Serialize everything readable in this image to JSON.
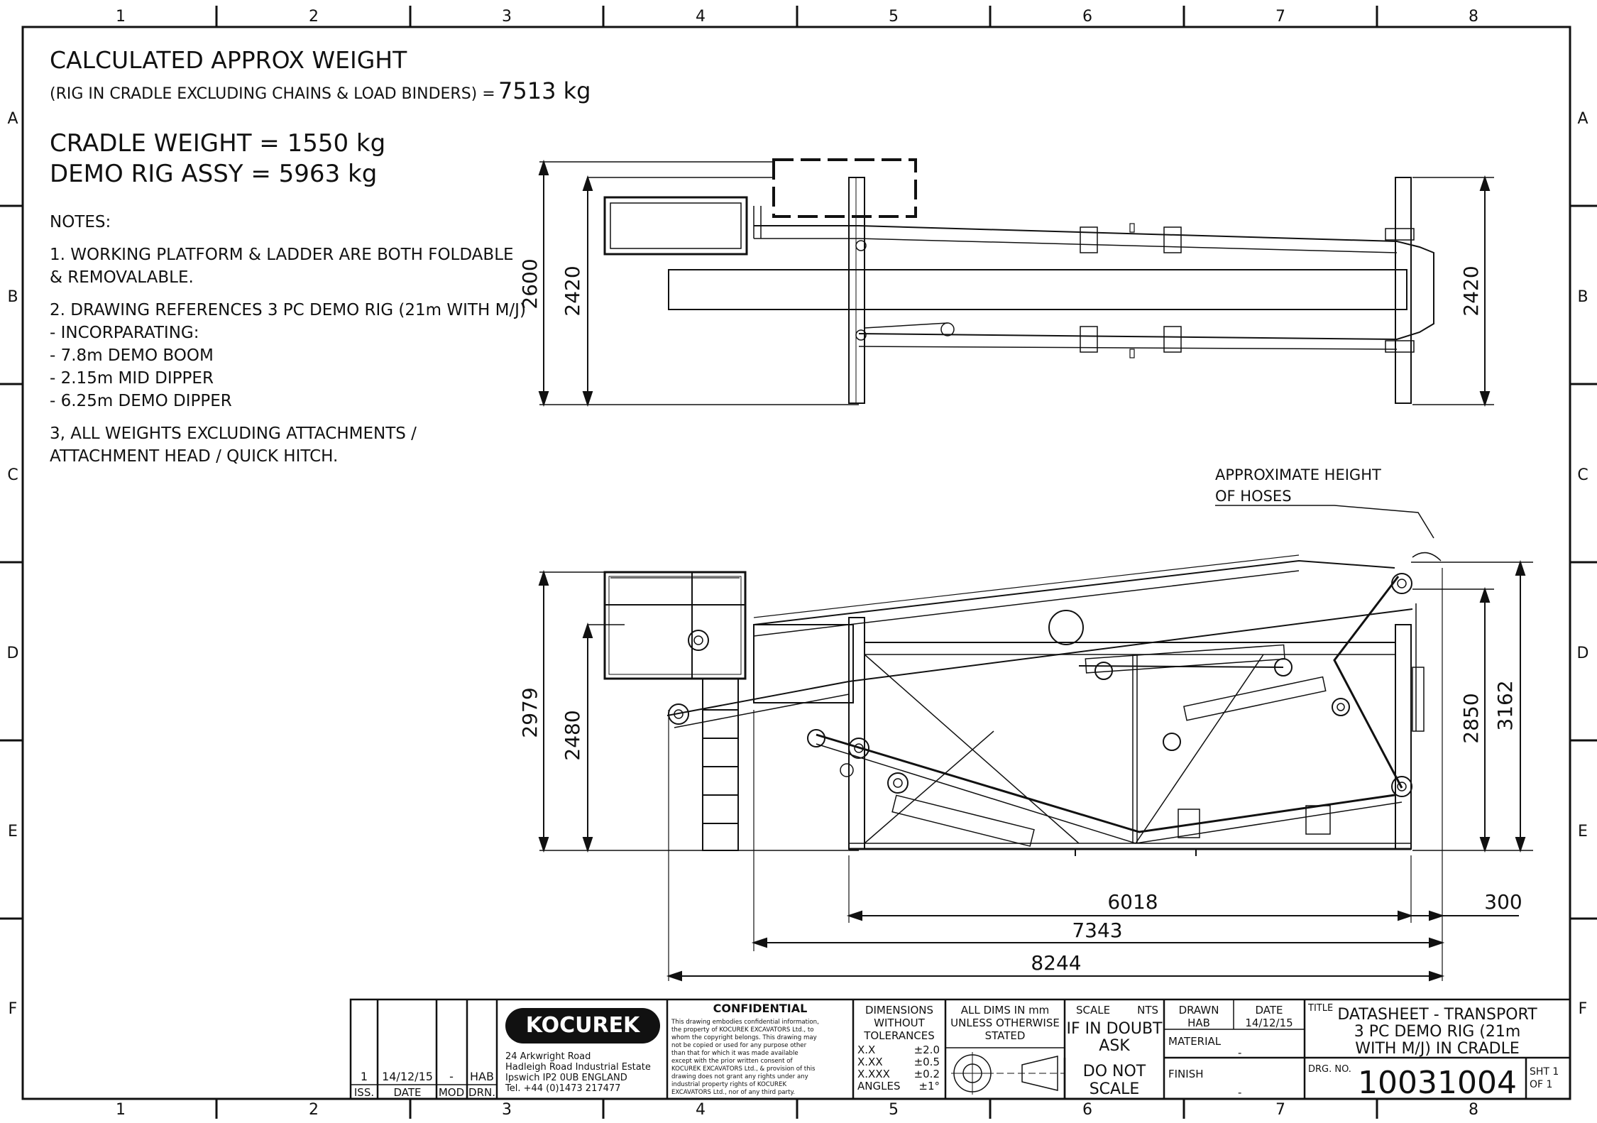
{
  "grid": {
    "columns": [
      "1",
      "2",
      "3",
      "4",
      "5",
      "6",
      "7",
      "8"
    ],
    "rows": [
      "A",
      "B",
      "C",
      "D",
      "E",
      "F"
    ]
  },
  "weights": {
    "heading": "CALCULATED APPROX WEIGHT",
    "rig_line": "(RIG IN CRADLE EXCLUDING CHAINS & LOAD BINDERS) =",
    "rig_value": "7513 kg",
    "cradle": "CRADLE WEIGHT = 1550 kg",
    "demo": "DEMO RIG ASSY = 5963 kg"
  },
  "notes": {
    "heading": "NOTES:",
    "lines": [
      "1. WORKING PLATFORM & LADDER ARE BOTH FOLDABLE",
      "& REMOVALABLE.",
      "2. DRAWING REFERENCES 3 PC DEMO RIG (21m WITH M/J)",
      "- INCORPARATING:",
      "- 7.8m DEMO BOOM",
      "- 2.15m MID DIPPER",
      "- 6.25m DEMO DIPPER",
      "3, ALL WEIGHTS EXCLUDING  ATTACHMENTS /",
      "ATTACHMENT HEAD / QUICK HITCH."
    ]
  },
  "dimensions": {
    "plan_outer": "2600",
    "plan_inner": "2420",
    "plan_right": "2420",
    "side_total": "2979",
    "side_frame": "2480",
    "side_right_inner": "2850",
    "side_right_outer": "3162",
    "len_frame": "6018",
    "len_overhang": "300",
    "len_mid": "7343",
    "len_total": "8244"
  },
  "callout": {
    "line1": "APPROXIMATE HEIGHT",
    "line2": "OF HOSES"
  },
  "title_block": {
    "revision": {
      "iss": "1",
      "date": "14/12/15",
      "mod": "-",
      "drn": "HAB"
    },
    "revision_headers": {
      "iss": "ISS.",
      "date": "DATE",
      "mod": "MOD",
      "drn": "DRN."
    },
    "company": "KOCUREK",
    "address": [
      "24 Arkwright Road",
      "Hadleigh Road Industrial Estate",
      "Ipswich  IP2 0UB   ENGLAND",
      "Tel. +44 (0)1473 217477"
    ],
    "confidential_heading": "CONFIDENTIAL",
    "confidential_text": [
      "This drawing embodies confidential information,",
      "the property of KOCUREK EXCAVATORS Ltd., to",
      "whom the copyright belongs.  This drawing may",
      "not be copied or used for any purpose other",
      "than that for which it was made available",
      "except with the prior written consent of",
      "KOCUREK EXCAVATORS Ltd., & provision of this",
      "drawing does not grant any rights under any",
      "industrial property rights of KOCUREK",
      "EXCAVATORS Ltd., nor of any third party."
    ],
    "tolerance_heading": [
      "DIMENSIONS",
      "WITHOUT",
      "TOLERANCES"
    ],
    "tolerances": [
      {
        "label": "X.X",
        "value": "±2.0"
      },
      {
        "label": "X.XX",
        "value": "±0.5"
      },
      {
        "label": "X.XXX",
        "value": "±0.2"
      },
      {
        "label": "ANGLES",
        "value": "±1°"
      }
    ],
    "units": [
      "ALL DIMS IN mm",
      "UNLESS OTHERWISE",
      "STATED"
    ],
    "scale_label": "SCALE",
    "scale_value": "NTS",
    "doubt": [
      "IF IN DOUBT",
      "ASK"
    ],
    "do_not_scale": [
      "DO NOT",
      "SCALE"
    ],
    "drawn_label": "DRAWN",
    "drawn_value": "HAB",
    "date_label": "DATE",
    "date_value": "14/12/15",
    "material_label": "MATERIAL",
    "material_value": "-",
    "finish_label": "FINISH",
    "finish_value": "-",
    "title_label": "TITLE",
    "title_lines": [
      "DATASHEET - TRANSPORT",
      "3 PC DEMO RIG (21m",
      "WITH M/J) IN CRADLE"
    ],
    "drg_label": "DRG. NO.",
    "drg_no": "10031004",
    "sheet": [
      "SHT 1",
      "OF  1"
    ]
  }
}
